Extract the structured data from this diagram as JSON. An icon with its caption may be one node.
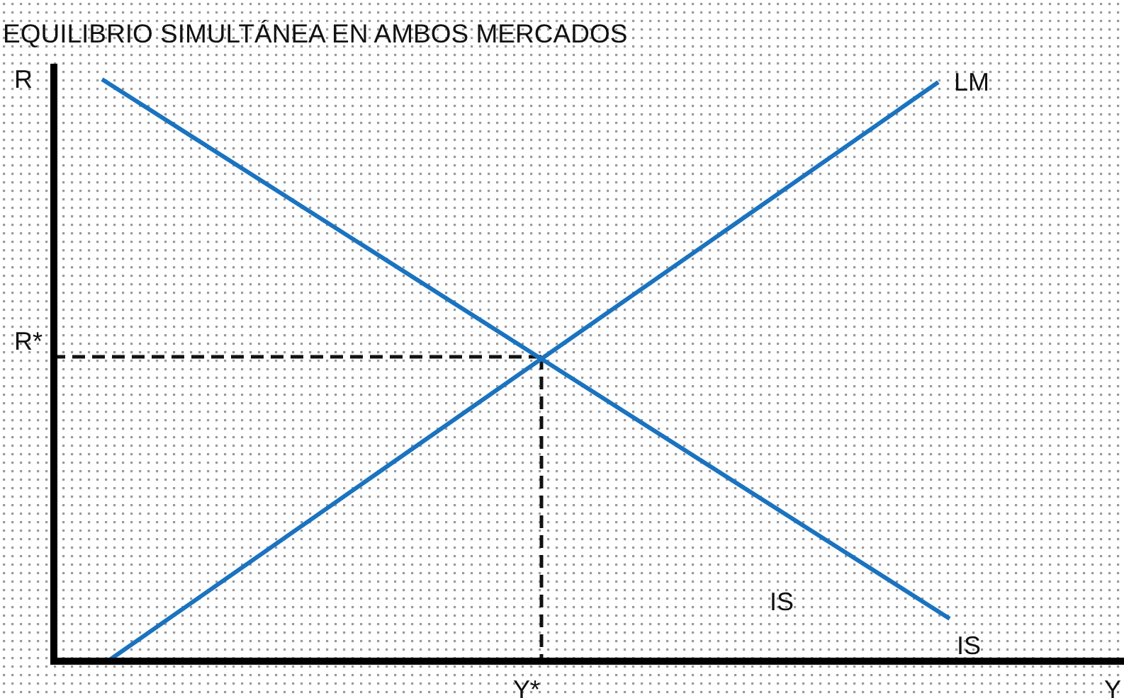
{
  "diagram": {
    "title": "EQUILIBRIO SIMULTÁNEA EN AMBOS MERCADOS",
    "labels": [
      "R",
      "LM",
      "R*",
      "IS",
      "IS",
      "Y*",
      "Y"
    ]
  }
}
